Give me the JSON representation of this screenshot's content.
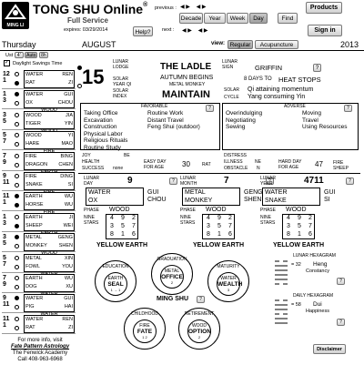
{
  "app": {
    "logo_text": "MING LI",
    "title": "TONG SHU Online",
    "tm": "®",
    "service": "Full Service",
    "expires": "expires: 03/29/2014"
  },
  "nav": {
    "previous_label": "previous :",
    "next_label": "next :",
    "buttons": [
      "Decade",
      "Year",
      "Week",
      "Day",
      "Find"
    ],
    "selected": "Day",
    "help": "Help?",
    "products": "Products",
    "signin": "Sign in"
  },
  "date": {
    "weekday": "Thursday",
    "month": "AUGUST",
    "year": "2013",
    "day": "15"
  },
  "view": {
    "label": "view:",
    "regular": "Regular",
    "acupuncture": "Acupuncture"
  },
  "dst": {
    "label": "Daylight Savings Time",
    "chk": "✓",
    "opt1": "Ust",
    "opt2": "4′",
    "opt3": "Auto",
    "opt4": "8h"
  },
  "lunar": {
    "lodge_label": "LUNAR\nLODGE",
    "solar_year_label": "SOLAR\nYEAR QI",
    "solar_index_label": "SOLAR\nINDEX",
    "lodge": "THE LADLE",
    "year_qi": "AUTUMN BEGINS",
    "year_qi2": "METAL MONKEY",
    "index": "MAINTAIN",
    "sign_label": "LUNAR\nSIGN",
    "sign": "GRIFFIN",
    "qi_days": "8 DAYS TO",
    "qi_next": "HEAT STOPS",
    "solar_label": "SOLAR",
    "solar_val": "Qi attaining momentum",
    "cycle_label": "CYCLE",
    "cycle_val": "Yang consuming Yin"
  },
  "favorable": {
    "header": "FAVORABLE",
    "col1": [
      "Taking Office",
      "Excavation",
      "Construction",
      "Physical Labor",
      "Religious Rituals",
      "Routine Study"
    ],
    "col2": [
      "Routine Work",
      "Distant Travel",
      "Feng Shui (outdoor)"
    ]
  },
  "adverse": {
    "header": "ADVERSE",
    "col1": [
      "Overindulging",
      "Negotiating",
      "Sewing"
    ],
    "col2": [
      "Moving",
      "Travel",
      "Using Resources"
    ]
  },
  "metrics": {
    "joy": "JOY",
    "be": "BE",
    "health": "HEALTH",
    "success": "SUCCESS",
    "none": "none",
    "easy": "EASY DAY\nFOR AGE",
    "easy_age": "30",
    "rat": "RAT",
    "distress": "DISTRESS",
    "illness": "ILLNESS",
    "obstacle": "OBSTACLE",
    "ne": "NE",
    "n": "N",
    "hard": "HARD DAY\nFOR AGE",
    "hard_age": "47",
    "fire_sheep": "FIRE\nSHEEP"
  },
  "pillars": [
    {
      "label": "LUNAR\nDAY",
      "num": "9",
      "top": "WATER",
      "top2": "GUI",
      "bot": "OX",
      "bot2": "CHOU",
      "phase": "WOOD",
      "grid": [
        "4",
        "9",
        "2",
        "3",
        "5",
        "7",
        "8",
        "1",
        "6"
      ],
      "earth": "YELLOW EARTH"
    },
    {
      "label": "LUNAR\nMONTH",
      "num": "7",
      "top": "METAL",
      "top2": "GENG",
      "bot": "MONKEY",
      "bot2": "SHEN",
      "phase": "WOOD",
      "grid": [
        "4",
        "9",
        "2",
        "3",
        "5",
        "7",
        "8",
        "1",
        "6"
      ],
      "earth": "YELLOW EARTH"
    },
    {
      "label": "LUNAR\nYEAR",
      "num": "4711",
      "top": "WATER",
      "top2": "GUI",
      "bot": "SNAKE",
      "bot2": "SI",
      "phase": "WOOD",
      "grid": [
        "4",
        "9",
        "2",
        "3",
        "5",
        "7",
        "8",
        "1",
        "6"
      ],
      "earth": "YELLOW EARTH"
    }
  ],
  "phase_label": "PHASE",
  "nine_label": "NINE\nSTARS",
  "hours": [
    {
      "n": "12",
      "n2": "1",
      "e1": "WATER",
      "e2": "REN",
      "a1": "RAT",
      "a2": "ZI",
      "d1": "o",
      "d2": "f",
      "lbl": ""
    },
    {
      "n": "1",
      "n2": "3",
      "e1": "WATER",
      "e2": "GUI",
      "a1": "OX",
      "a2": "CHOU",
      "d1": "f",
      "d2": "o",
      "lbl": "WOOD"
    },
    {
      "n": "3",
      "n2": "5",
      "e1": "WOOD",
      "e2": "JIA",
      "a1": "TIGER",
      "a2": "YIN",
      "d1": "o",
      "d2": "o",
      "lbl": "WOOD"
    },
    {
      "n": "5",
      "n2": "7",
      "e1": "WOOD",
      "e2": "YI",
      "a1": "HARE",
      "a2": "MAO",
      "d1": "o",
      "d2": "o",
      "lbl": "FIRE"
    },
    {
      "n": "7",
      "n2": "9",
      "e1": "FIRE",
      "e2": "BING",
      "a1": "DRAGON",
      "a2": "CHEN",
      "d1": "o",
      "d2": "o",
      "lbl": "EARTH"
    },
    {
      "n": "9",
      "n2": "11",
      "e1": "FIRE",
      "e2": "DING",
      "a1": "SNAKE",
      "a2": "SI",
      "d1": "o",
      "d2": "o",
      "lbl": "FIRE"
    },
    {
      "n": "11",
      "n2": "1",
      "e1": "EARTH",
      "e2": "WU",
      "a1": "HORSE",
      "a2": "WU",
      "d1": "f",
      "d2": "f",
      "lbl": "FIRE"
    },
    {
      "n": "1",
      "n2": "3",
      "e1": "EARTH",
      "e2": "JI",
      "a1": "SHEEP",
      "a2": "WEI",
      "d1": "o",
      "d2": "f",
      "lbl": "EARTH"
    },
    {
      "n": "3",
      "n2": "5",
      "e1": "METAL",
      "e2": "GENG",
      "a1": "MONKEY",
      "a2": "SHEN",
      "d1": "f",
      "d2": "o",
      "lbl": "WOOD"
    },
    {
      "n": "5",
      "n2": "7",
      "e1": "METAL",
      "e2": "XIN",
      "a1": "FOWL",
      "a2": "YOU",
      "d1": "o",
      "d2": "o",
      "lbl": "WATER"
    },
    {
      "n": "7",
      "n2": "9",
      "e1": "EARTH",
      "e2": "WU",
      "a1": "DOG",
      "a2": "XU",
      "d1": "o",
      "d2": "o",
      "lbl": "WATER"
    },
    {
      "n": "9",
      "n2": "11",
      "e1": "WATER",
      "e2": "GUI",
      "a1": "PIG",
      "a2": "HAI",
      "d1": "f",
      "d2": "o",
      "lbl": "WATER"
    },
    {
      "n": "11",
      "n2": "1",
      "e1": "WATER",
      "e2": "REN",
      "a1": "RAT",
      "a2": "ZI",
      "d1": "o",
      "d2": "o",
      "lbl": ""
    }
  ],
  "mingshu": {
    "title": "MING SHU",
    "education": "EDUCATION",
    "earth": "EARTH",
    "seal": "SEAL",
    "graduation": "GRADUATION",
    "metal": "METAL",
    "office": "OFFICE",
    "maturity": "MATURITY",
    "water": "WATER",
    "wealth": "WEALTH",
    "childhood": "CHILDHOOD",
    "fire": "FIRE",
    "fate": "FATE",
    "retirement": "RETIREMENT",
    "wood": "WOOD",
    "option": "OPTION",
    "n1": "1",
    "n2": "2",
    "n3": "3",
    "n4": "4",
    "n5": "5",
    "sub1": "1 → 1",
    "sub2": "2",
    "sub3": "3",
    "sub4": "1  2",
    "sub5": "2"
  },
  "hexagram": {
    "title1": "LUNAR HEXAGRAM",
    "n1": "32",
    "name1": "Heng",
    "sub1": "Constancy",
    "title2": "DAILY HEXAGRAM",
    "n2": "58",
    "name2": "Dui",
    "sub2": "Happiness",
    "link": "Disclaimer"
  },
  "footer": {
    "line1": "For more info, visit",
    "link": "Fate Pattern Astrology",
    "line3": "The Fenwick Academy",
    "phone": "Call 408-963-6968"
  }
}
